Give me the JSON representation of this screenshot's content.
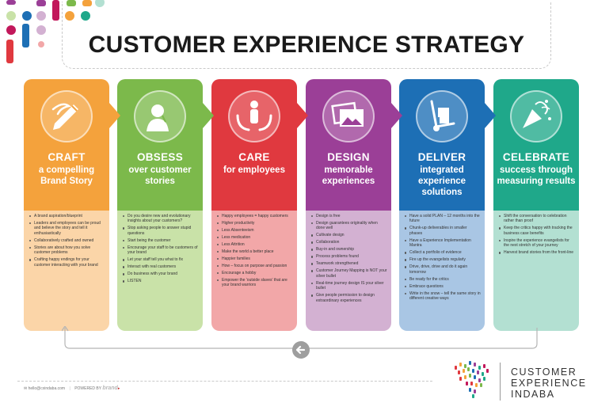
{
  "title": "CUSTOMER EXPERIENCE STRATEGY",
  "colors": {
    "orange": "#f4a23c",
    "green": "#7cb94b",
    "red": "#e0393f",
    "purple": "#9b3f97",
    "blue": "#1d6fb5",
    "teal": "#1fa88a"
  },
  "columns": [
    {
      "title": "CRAFT",
      "subtitle": "a compelling Brand Story",
      "icon": "pencil-icon",
      "head_color": "#f4a23c",
      "body_color": "#fbd5a8",
      "items": [
        "A brand aspiration/blueprint",
        "Leaders and employees can be proud and believe the story and tell it enthusiastically",
        "Collaboratively crafted and owned",
        "Stories are about how you solve customer problems",
        "Crafting happy endings for your customer interacting with your brand"
      ]
    },
    {
      "title": "OBSESS",
      "subtitle": "over customer stories",
      "icon": "thinking-person-icon",
      "head_color": "#7cb94b",
      "body_color": "#c9e2a8",
      "items": [
        "Do you desire new and evolutionary insights about your customers?",
        "Stop asking people to answer stupid questions",
        "Start being the customer",
        "Encourage your staff to be customers of your brand",
        "Let your staff tell you what to fix",
        "Interact with real customers",
        "Do business with your brand",
        "LISTEN"
      ]
    },
    {
      "title": "CARE",
      "subtitle": "for employees",
      "icon": "caring-hands-icon",
      "head_color": "#e0393f",
      "body_color": "#f2a7a8",
      "items": [
        "Happy employees = happy customers",
        "Higher productivity",
        "Less Absenteeism",
        "Less medication",
        "Less Attrition",
        "Make the world a better place",
        "Happier families",
        "How – focus on purpose and passion",
        "Encourage a hobby",
        "Empower the 'outside slaves' that are your brand warriors"
      ]
    },
    {
      "title": "DESIGN",
      "subtitle": "memorable experiences",
      "icon": "pictures-icon",
      "head_color": "#9b3f97",
      "body_color": "#d3b1d2",
      "items": [
        "Design is free",
        "Design guarantees originality when done well",
        "Cultivate design",
        "Collaboration",
        "Buy-in and ownership",
        "Process problems found",
        "Teamwork strengthened",
        "Customer Journey Mapping is NOT your silver bullet",
        "Real-time journey design IS your silver bullet",
        "Give people permission to design extraordinary experiences"
      ]
    },
    {
      "title": "DELIVER",
      "subtitle": "integrated experience solutions",
      "icon": "hand-truck-icon",
      "head_color": "#1d6fb5",
      "body_color": "#a9c6e4",
      "items": [
        "Have a solid PLAN – 12 months into the future",
        "Chunk-up deliverables in smaller phases",
        "Have a Experience Implementation Mantra",
        "Collect a portfolio of evidence",
        "Fire up the evangelists regularly",
        "Drive, drive, drive and do it again tomorrow",
        "Be ready for the critics",
        "Embrace questions",
        "Write in the snow – tell the same story in different creative ways"
      ]
    },
    {
      "title": "CELEBRATE",
      "subtitle": "success through measuring results",
      "icon": "party-popper-icon",
      "head_color": "#1fa88a",
      "body_color": "#b3e0d2",
      "items": [
        "Shift the conversation to celebration rather than proof",
        "Keep the critics happy with tracking the business case benefits",
        "Inspire the experience evangelists for the next stretch of your journey",
        "Harvest brand stories from the front-line"
      ]
    }
  ],
  "footer": {
    "website": "hello@cxindaba.com",
    "powered_by": "POWERED BY",
    "brand": "brand"
  },
  "logo": {
    "line1": "CUSTOMER",
    "line2": "EXPERIENCE",
    "line3": "INDABA"
  }
}
